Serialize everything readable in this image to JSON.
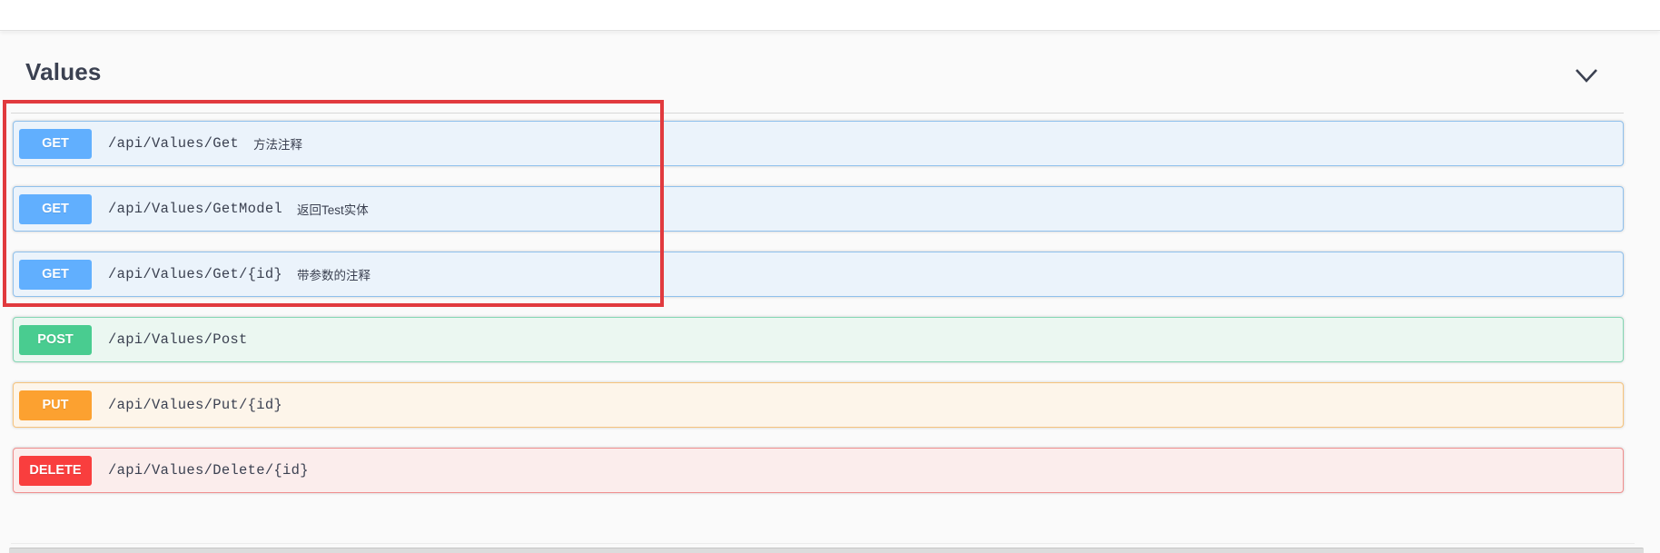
{
  "section": {
    "title": "Values",
    "collapse_icon": "chevron-down-icon"
  },
  "endpoints": [
    {
      "method": "GET",
      "path": "/api/Values/Get",
      "description": "方法注释",
      "row_class": "opblock opblock-get"
    },
    {
      "method": "GET",
      "path": "/api/Values/GetModel",
      "description": "返回Test实体",
      "row_class": "opblock opblock-get"
    },
    {
      "method": "GET",
      "path": "/api/Values/Get/{id}",
      "description": "带参数的注释",
      "row_class": "opblock opblock-get"
    },
    {
      "method": "POST",
      "path": "/api/Values/Post",
      "description": "",
      "row_class": "opblock opblock-post"
    },
    {
      "method": "PUT",
      "path": "/api/Values/Put/{id}",
      "description": "",
      "row_class": "opblock opblock-put"
    },
    {
      "method": "DELETE",
      "path": "/api/Values/Delete/{id}",
      "description": "",
      "row_class": "opblock opblock-delete"
    }
  ],
  "annotation": {
    "shape": "rectangle",
    "color": "#e13a3e",
    "covers_endpoints": [
      0,
      1,
      2
    ]
  },
  "colors": {
    "get_badge": "#61affe",
    "post_badge": "#49cc90",
    "put_badge": "#fca130",
    "delete_badge": "#f93e3e",
    "heading_text": "#3b4151",
    "section_background": "#fafafa"
  }
}
